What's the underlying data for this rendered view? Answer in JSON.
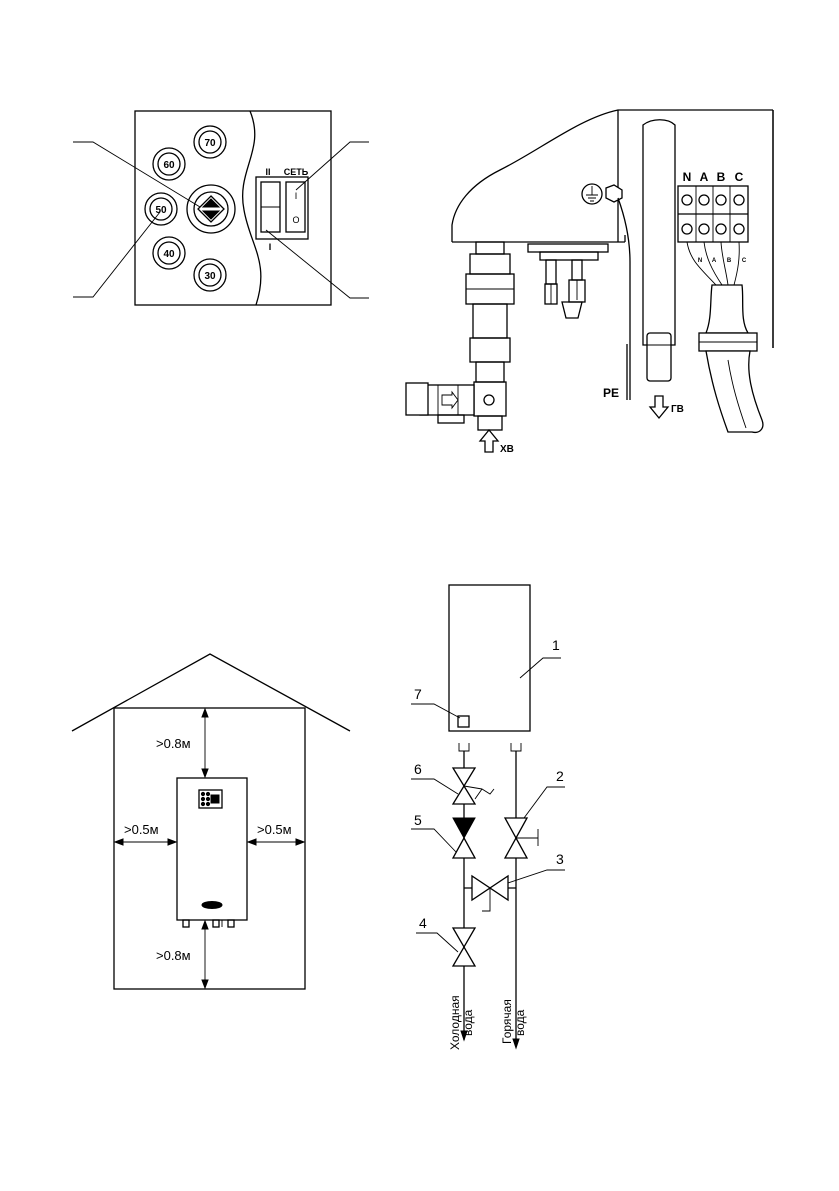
{
  "control_panel": {
    "dial_labels": [
      "70",
      "60",
      "50",
      "40",
      "30"
    ],
    "switch_left_label": "II",
    "switch_right_label": "СЕТЬ",
    "switch_bottom_label": "I",
    "rocker_on_mark": "I",
    "rocker_off_mark": "O"
  },
  "connection_view": {
    "phase_labels": [
      "N",
      "A",
      "B",
      "C"
    ],
    "wire_labels": [
      "N",
      "A",
      "B",
      "C"
    ],
    "pe_label": "PE",
    "hot_out_label": "ГВ",
    "cold_in_label": "ХВ"
  },
  "clearance": {
    "top": ">0.8м",
    "left": ">0.5м",
    "right": ">0.5м",
    "bottom": ">0.8м"
  },
  "plumbing": {
    "callouts": [
      "1",
      "2",
      "3",
      "4",
      "5",
      "6",
      "7"
    ],
    "cold_water_line1": "Холодная",
    "cold_water_line2": "вода",
    "hot_water_line1": "Горячая",
    "hot_water_line2": "вода"
  }
}
